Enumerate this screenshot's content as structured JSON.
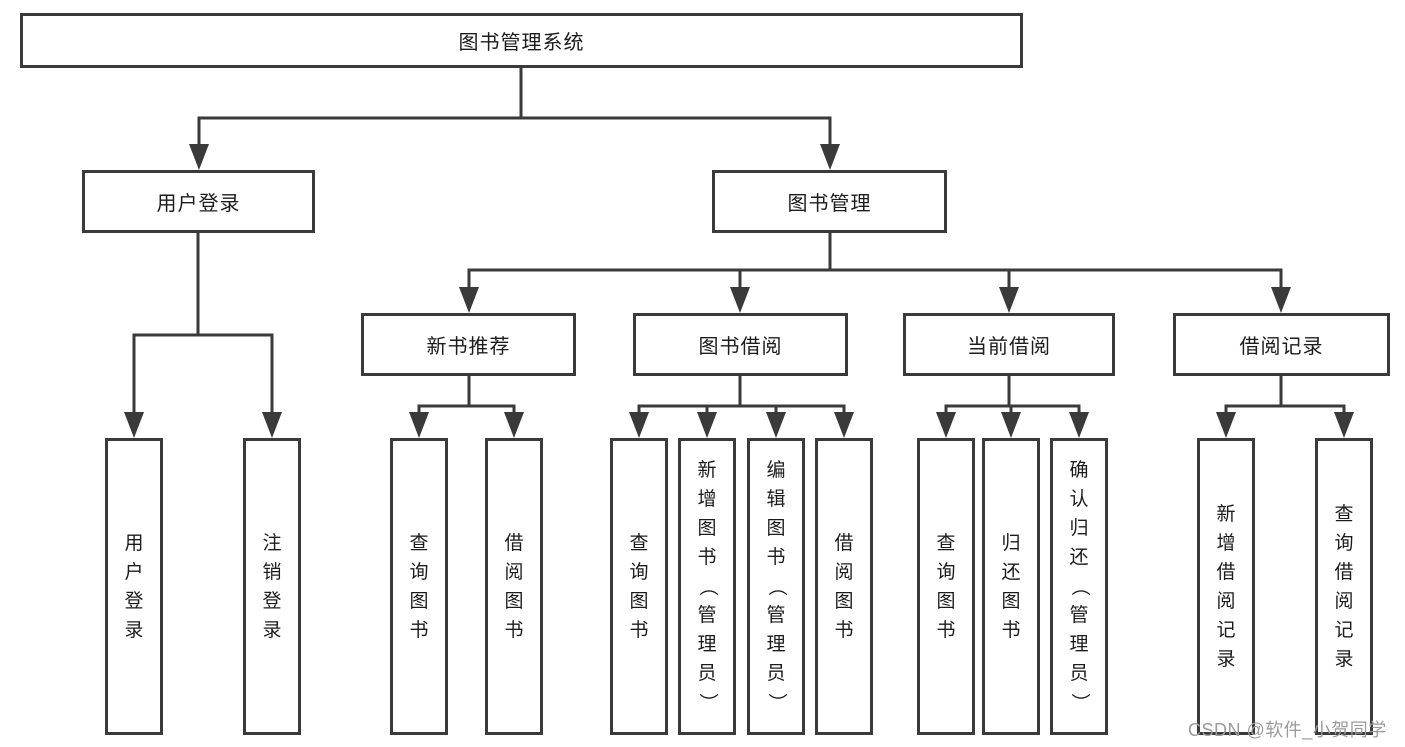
{
  "tree": {
    "root": {
      "label": "图书管理系统"
    },
    "branches": [
      {
        "label": "用户登录",
        "children": [
          {
            "label": "用户登录"
          },
          {
            "label": "注销登录"
          }
        ]
      },
      {
        "label": "图书管理",
        "children": [
          {
            "label": "新书推荐",
            "children": [
              {
                "label": "查询图书"
              },
              {
                "label": "借阅图书"
              }
            ]
          },
          {
            "label": "图书借阅",
            "children": [
              {
                "label": "查询图书"
              },
              {
                "label": "新增图书（管理员）"
              },
              {
                "label": "编辑图书（管理员）"
              },
              {
                "label": "借阅图书"
              }
            ]
          },
          {
            "label": "当前借阅",
            "children": [
              {
                "label": "查询图书"
              },
              {
                "label": "归还图书"
              },
              {
                "label": "确认归还（管理员）"
              }
            ]
          },
          {
            "label": "借阅记录",
            "children": [
              {
                "label": "新增借阅记录"
              },
              {
                "label": "查询借阅记录"
              }
            ]
          }
        ]
      }
    ]
  },
  "watermark": {
    "text": "CSDN @软件_小贺同学"
  },
  "colors": {
    "line": "#3a3a3a",
    "box_border": "#3a3a3a",
    "text": "#1c1c1c",
    "watermark": "#9b9b9b",
    "background": "#ffffff"
  }
}
